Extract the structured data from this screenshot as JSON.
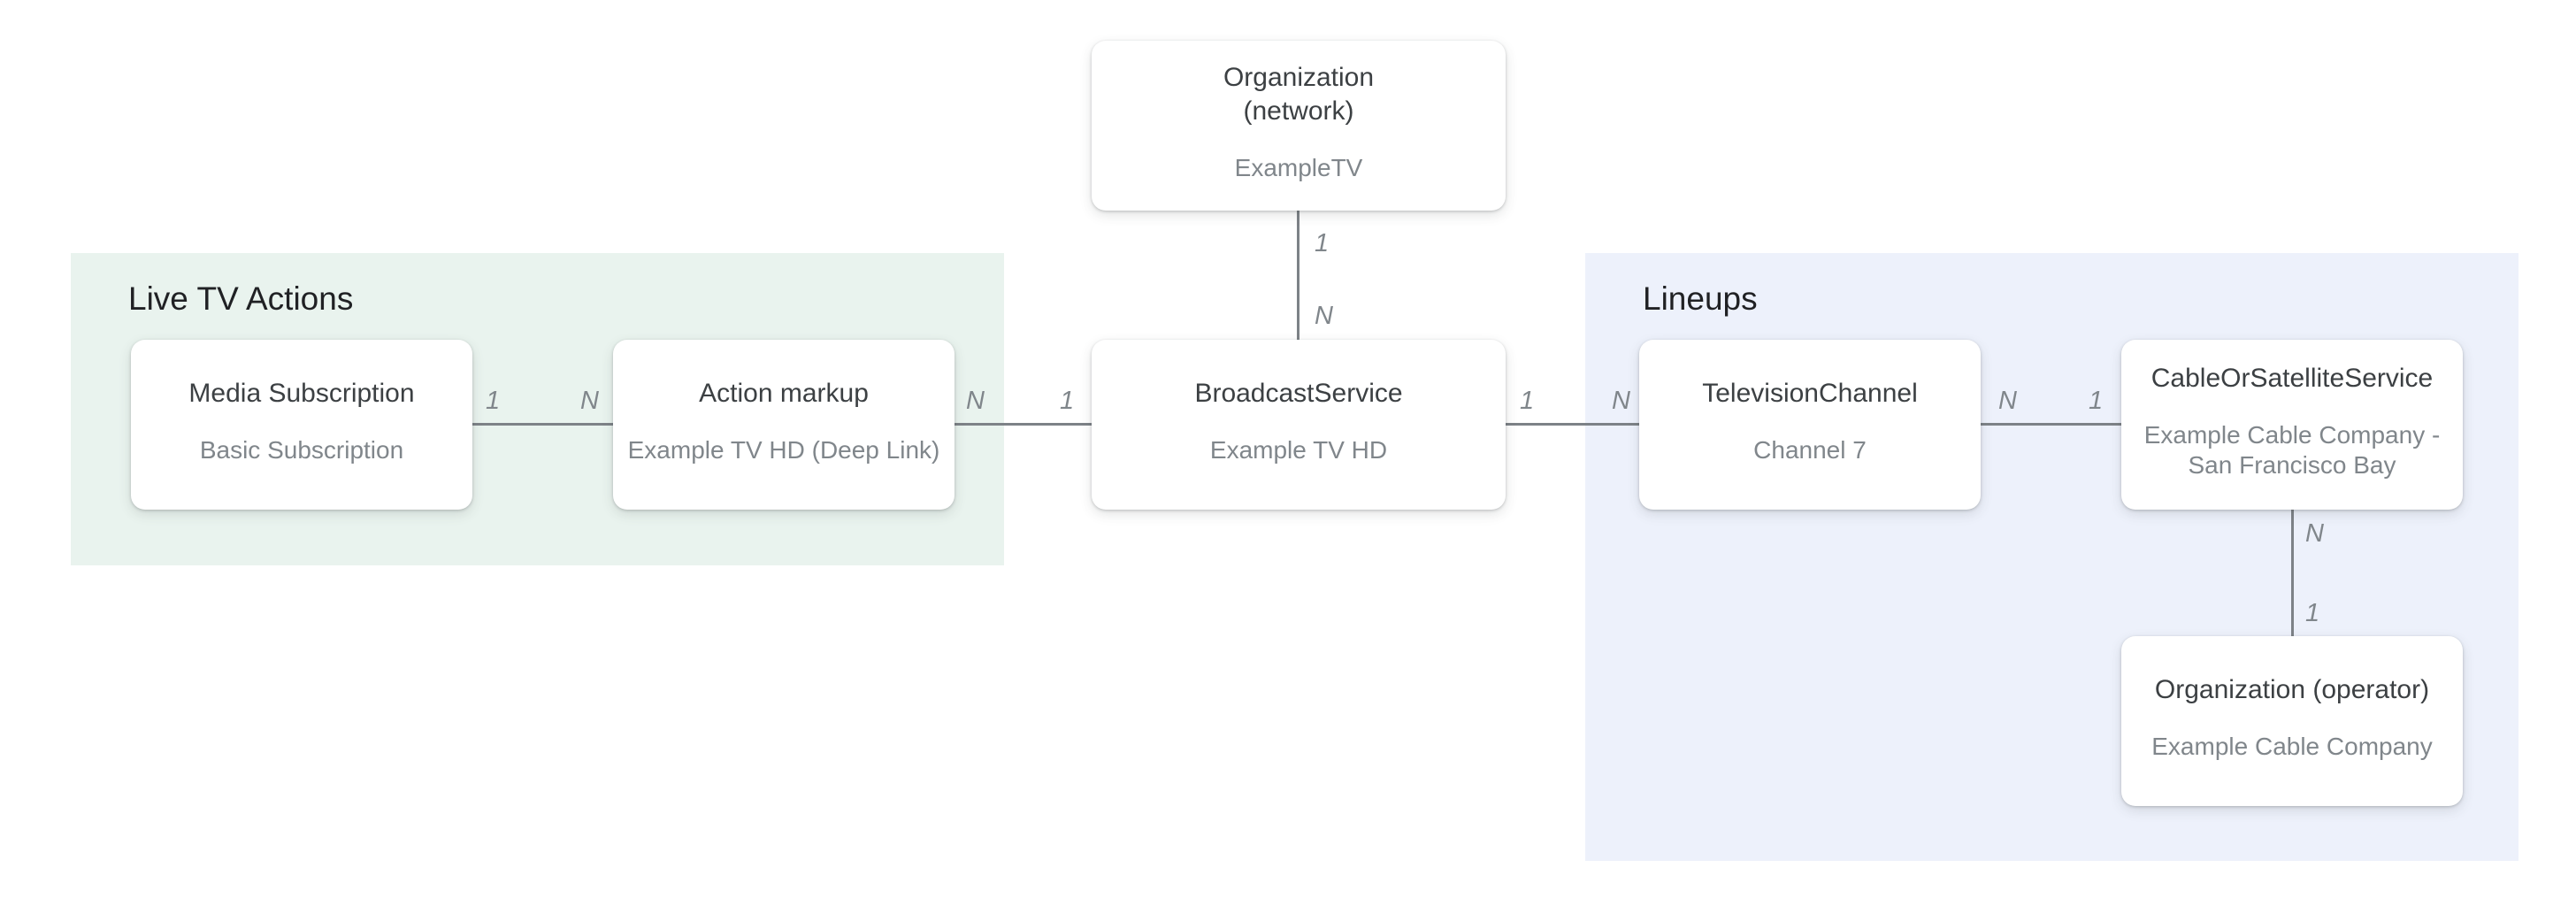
{
  "diagram": {
    "description_visible_text_only": true,
    "colors": {
      "live_tv_region_bg": "#e9f3ee",
      "lineups_region_bg": "#edf1fb",
      "node_bg": "#ffffff",
      "node_title": "#3c4043",
      "node_subtitle": "#80868b",
      "section_title": "#202124",
      "edge_line": "#7d8287",
      "cardinality_label": "#80868b"
    }
  },
  "regions": [
    {
      "id": "live-tv-actions",
      "label": "Live TV Actions"
    },
    {
      "id": "lineups",
      "label": "Lineups"
    }
  ],
  "nodes": [
    {
      "id": "org-network",
      "title": "Organization\n(network)",
      "subtitle": "ExampleTV"
    },
    {
      "id": "media-subscription",
      "title": "Media Subscription",
      "subtitle": "Basic Subscription"
    },
    {
      "id": "action-markup",
      "title": "Action markup",
      "subtitle": "Example TV HD (Deep Link)"
    },
    {
      "id": "broadcast-service",
      "title": "BroadcastService",
      "subtitle": "Example TV HD"
    },
    {
      "id": "television-channel",
      "title": "TelevisionChannel",
      "subtitle": "Channel 7"
    },
    {
      "id": "cable-satellite",
      "title": "CableOrSatelliteService",
      "subtitle": "Example Cable Company -\nSan Francisco Bay"
    },
    {
      "id": "org-operator",
      "title": "Organization (operator)",
      "subtitle": "Example Cable Company"
    }
  ],
  "edges": [
    {
      "from": "org-network",
      "to": "broadcast-service",
      "orientation": "vertical",
      "from_label": "1",
      "to_label": "N"
    },
    {
      "from": "media-subscription",
      "to": "action-markup",
      "orientation": "horizontal",
      "from_label": "1",
      "to_label": "N"
    },
    {
      "from": "action-markup",
      "to": "broadcast-service",
      "orientation": "horizontal",
      "from_label": "N",
      "to_label": "1"
    },
    {
      "from": "broadcast-service",
      "to": "television-channel",
      "orientation": "horizontal",
      "from_label": "1",
      "to_label": "N"
    },
    {
      "from": "television-channel",
      "to": "cable-satellite",
      "orientation": "horizontal",
      "from_label": "N",
      "to_label": "1"
    },
    {
      "from": "cable-satellite",
      "to": "org-operator",
      "orientation": "vertical",
      "from_label": "N",
      "to_label": "1"
    }
  ]
}
